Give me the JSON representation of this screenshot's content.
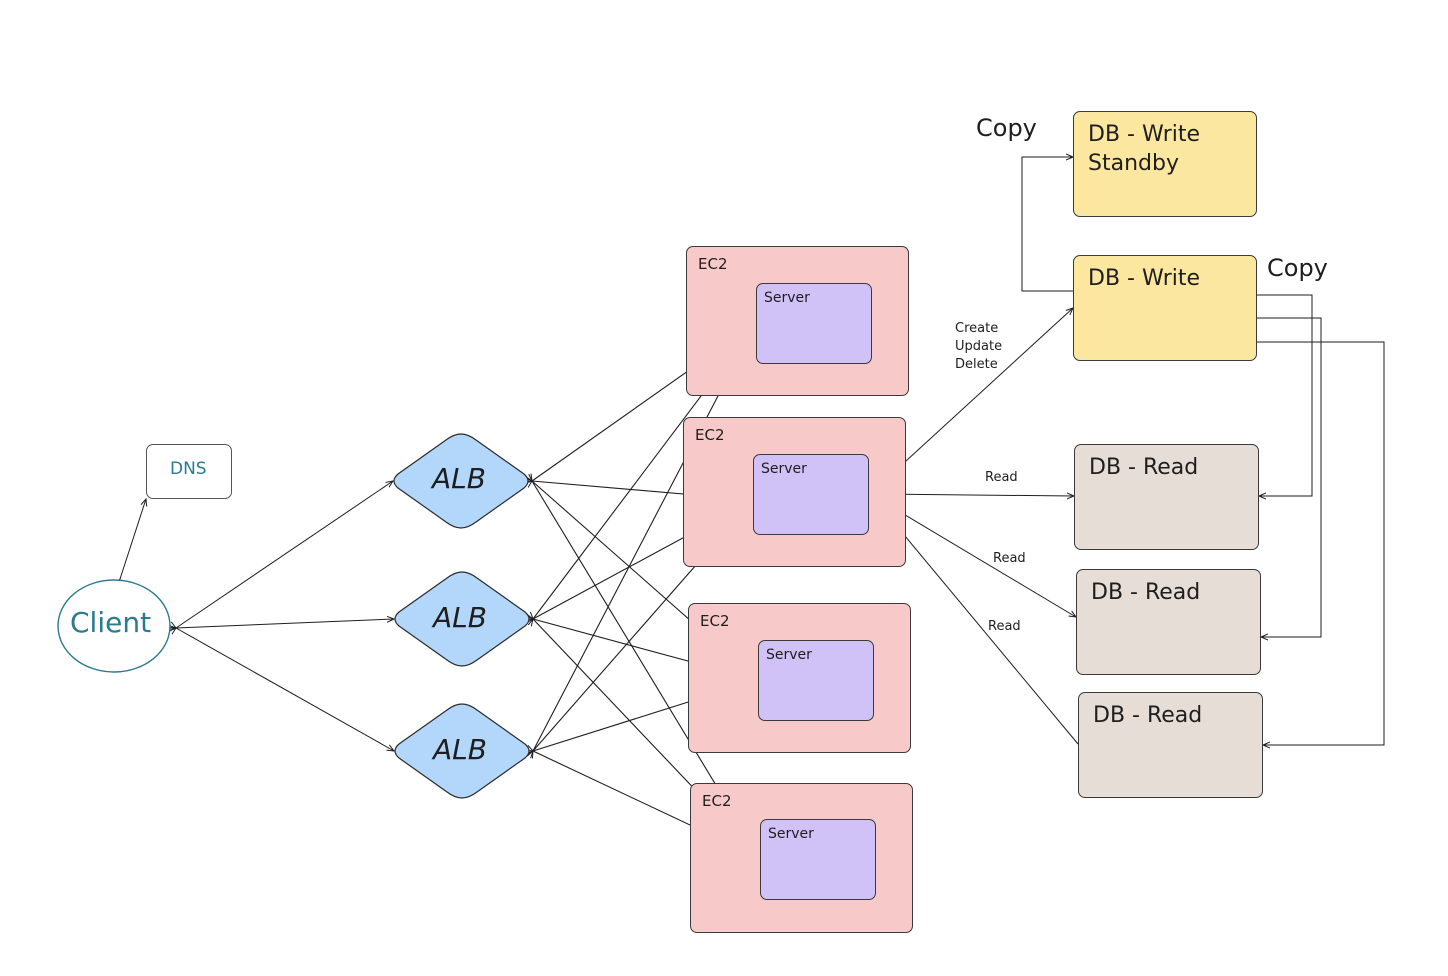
{
  "client": {
    "label": "Client"
  },
  "dns": {
    "label": "DNS"
  },
  "albs": [
    {
      "label": "ALB"
    },
    {
      "label": "ALB"
    },
    {
      "label": "ALB"
    }
  ],
  "ec2s": [
    {
      "label": "EC2",
      "server": "Server"
    },
    {
      "label": "EC2",
      "server": "Server"
    },
    {
      "label": "EC2",
      "server": "Server"
    },
    {
      "label": "EC2",
      "server": "Server"
    }
  ],
  "db_write_standby": {
    "line1": "DB - Write",
    "line2": "Standby"
  },
  "db_write": {
    "label": "DB - Write"
  },
  "db_reads": [
    {
      "label": "DB - Read"
    },
    {
      "label": "DB - Read"
    },
    {
      "label": "DB - Read"
    }
  ],
  "annotations": {
    "copy_top": "Copy",
    "copy_right": "Copy",
    "crud_1": "Create",
    "crud_2": "Update",
    "crud_3": "Delete",
    "read_1": "Read",
    "read_2": "Read",
    "read_3": "Read"
  },
  "colors": {
    "ec2_fill": "#f7c9c9",
    "server_fill": "#d0c2f7",
    "alb_fill": "#b3d6fb",
    "db_write_fill": "#fbe7a0",
    "db_read_fill": "#e6ddd7",
    "client_stroke": "#2a7b8f"
  }
}
